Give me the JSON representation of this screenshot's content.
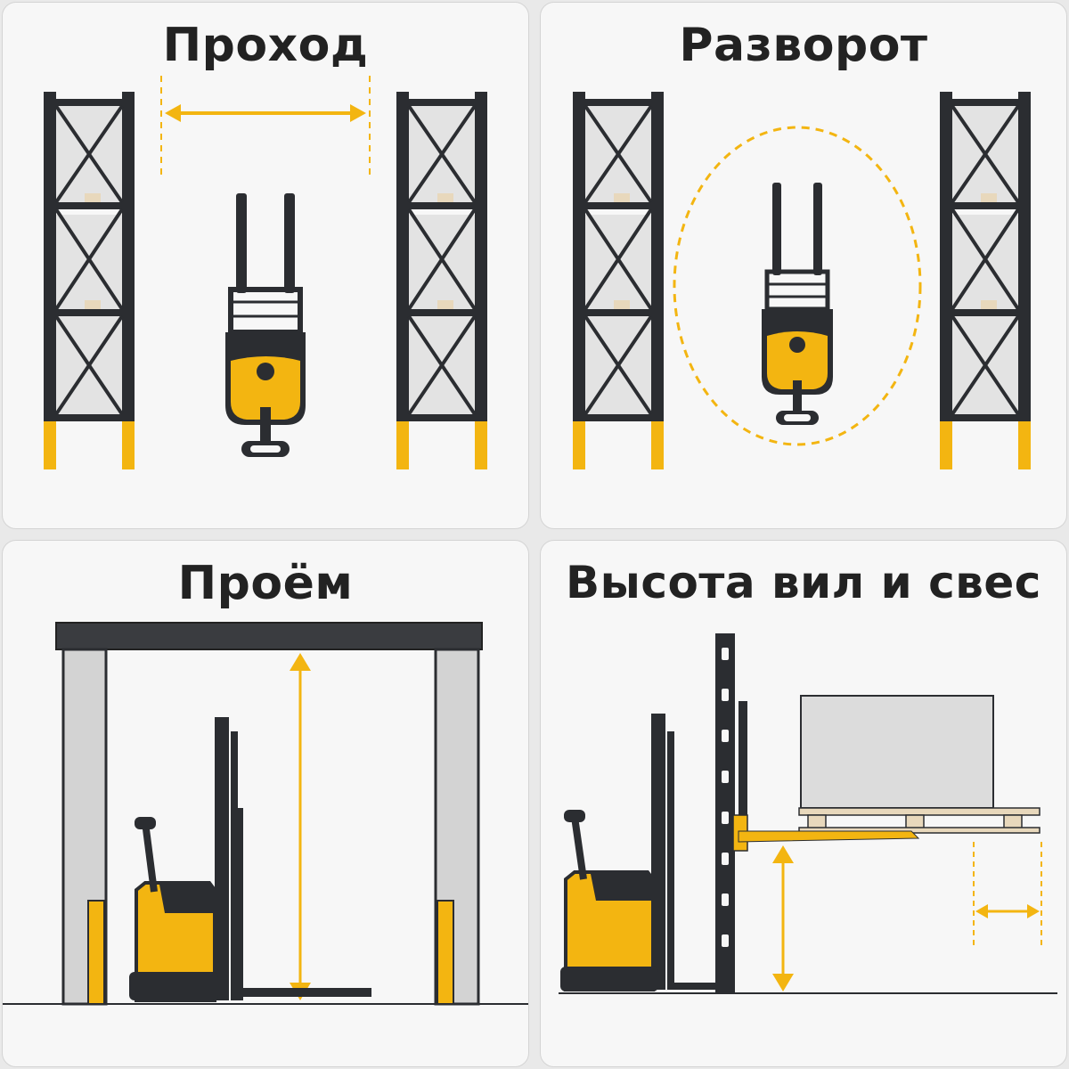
{
  "panels": [
    {
      "title": "Проход"
    },
    {
      "title": "Разворот"
    },
    {
      "title": "Проём"
    },
    {
      "title": "Высота вил и свес"
    }
  ],
  "colors": {
    "frame": "#2b2d31",
    "accent": "#f3b511",
    "box": "#dedede",
    "pallet": "#e8d8bc",
    "panel_bg": "#f7f7f7"
  }
}
